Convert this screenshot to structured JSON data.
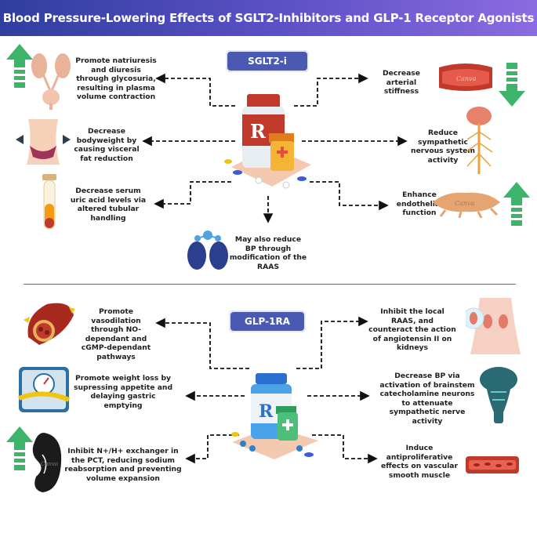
{
  "title": "Blood Pressure-Lowering Effects of SGLT2-Inhibitors and GLP-1 Receptor Agonists",
  "sglt2": {
    "label": "SGLT2-i",
    "effects": {
      "natriuresis": "Promote natriuresis and diuresis through glycosuria, resulting in plasma volume contraction",
      "bodyweight": "Decrease bodyweight by causing visceral fat reduction",
      "uric_acid": "Decrease serum uric acid levels via altered tubular handling",
      "raas": "May also reduce BP through modification of the RAAS",
      "arterial": "Decrease arterial stiffness",
      "sympathetic": "Reduce sympathetic nervous system activity",
      "endothelial": "Enhance endothelial function"
    },
    "icon_labels": {
      "artery": "Canva",
      "endothelium": "Canva"
    }
  },
  "glp1": {
    "label": "GLP-1RA",
    "effects": {
      "vasodilation": "Promote vasodilation through NO-dependant and cGMP-dependant pathways",
      "weight_loss": "Promote weight loss by supressing appetite and delaying gastric emptying",
      "exchanger": "Inhibit N+/H+ exchanger in the PCT, reducing sodium reabsorption and preventing volume expansion",
      "raas_kidney": "Inhibit the local RAAS, and counteract the action of angiotensin II on kidneys",
      "brainstem": "Decrease BP via activation of brainstem catecholamine neurons to attenuate sympathetic nerve activity",
      "antiproliferative": "Induce antiproliferative effects on vascular smooth muscle"
    },
    "icon_labels": {
      "kidney": "Canva"
    }
  },
  "colors": {
    "arrow_green": "#3cb56a",
    "pill_blue": "#4a5ab3",
    "banner_start": "#2f3f9e",
    "banner_end": "#8b6be0"
  }
}
